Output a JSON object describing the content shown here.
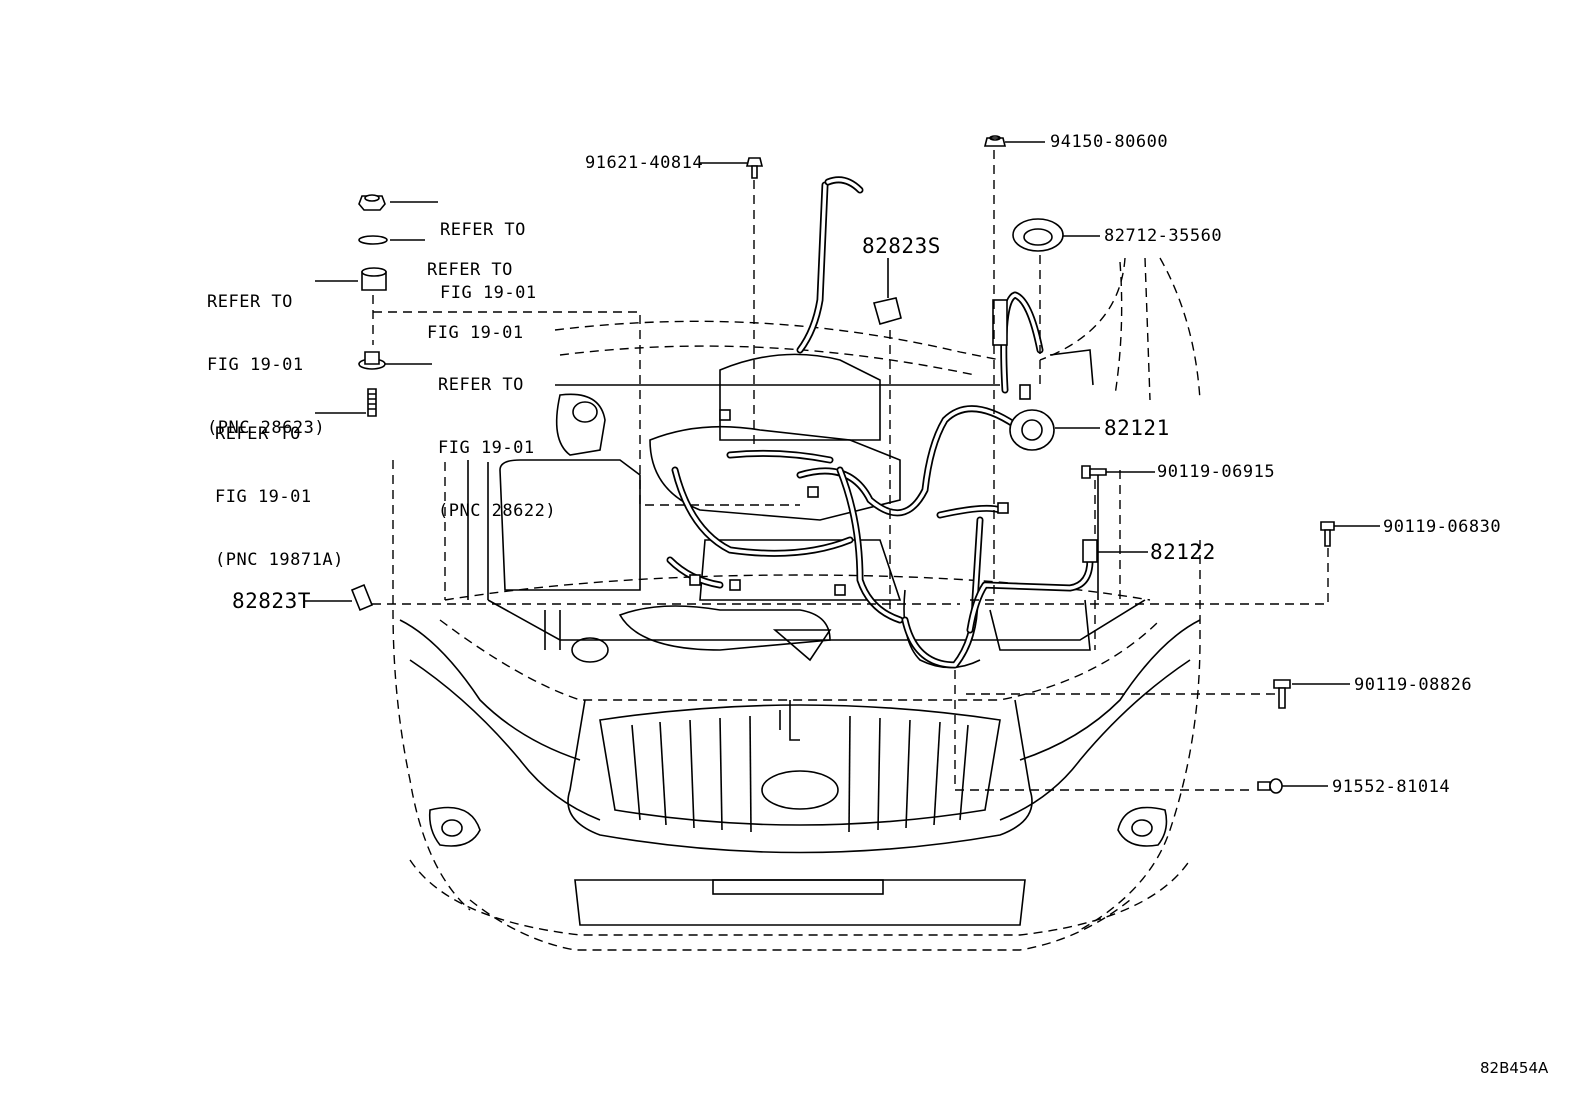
{
  "diagram_code": "82B454A",
  "refs": {
    "nut_top": [
      "REFER TO",
      "FIG 19-01"
    ],
    "washer": [
      "REFER TO",
      "FIG 19-01"
    ],
    "cushion": [
      "REFER TO",
      "FIG 19-01",
      "(PNC 28623)"
    ],
    "collar": [
      "REFER TO",
      "FIG 19-01",
      "(PNC 28622)"
    ],
    "stud": [
      "REFER TO",
      "FIG 19-01",
      "(PNC 19871A)"
    ]
  },
  "parts": {
    "bolt_top": "91621-40814",
    "nut_right": "94150-80600",
    "clamp_a": "82823S",
    "grommet": "82712-35560",
    "harness_main": "82121",
    "bolt_a": "90119-06915",
    "harness_sub": "82122",
    "bolt_b": "90119-06830",
    "clamp_b": "82823T",
    "bolt_c": "90119-08826",
    "nut_c": "91552-81014"
  }
}
